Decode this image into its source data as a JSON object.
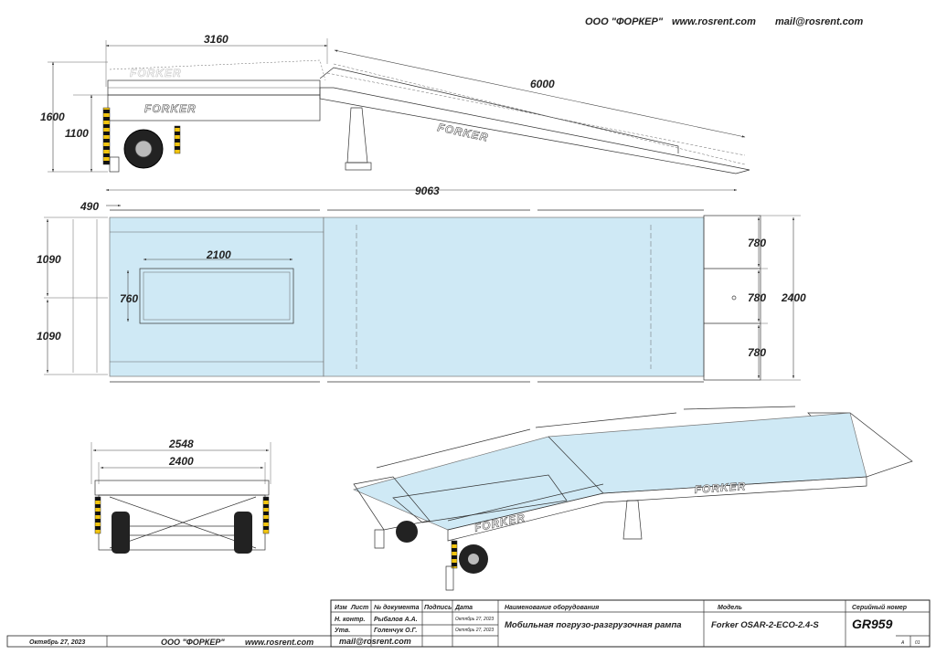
{
  "header": {
    "company": "ООО \"ФОРКЕР\"",
    "website": "www.rosrent.com",
    "email": "mail@rosrent.com"
  },
  "side_view": {
    "dim_top_length": "3160",
    "dim_ramp_length": "6000",
    "dim_height_total": "1600",
    "dim_height_platform": "1100",
    "brand_front": "FORKER",
    "brand_ramp": "FORKER",
    "brand_top": "FORKER"
  },
  "plan_view": {
    "dim_total_length": "9063",
    "dim_front_offset": "490",
    "dim_half_width_top": "1090",
    "dim_half_width_bottom": "1090",
    "dim_hatch_length": "2100",
    "dim_hatch_width": "760",
    "dim_lip_1": "780",
    "dim_lip_2": "780",
    "dim_lip_3": "780",
    "dim_total_width": "2400"
  },
  "front_view": {
    "dim_outer_width": "2548",
    "dim_inner_width": "2400"
  },
  "iso_view": {
    "brand_left": "FORKER",
    "brand_right": "FORKER"
  },
  "title_block": {
    "col_change": "Изм",
    "col_sheet": "Лист",
    "col_doc": "№ документа",
    "col_sign": "Подпись",
    "col_date": "Дата",
    "row1_role": "Н. контр.",
    "row1_name": "Рыбалов А.А.",
    "row1_date": "Октябрь 27, 2023",
    "row2_role": "Утв.",
    "row2_name": "Голенчук О.Г.",
    "row2_date": "Октябрь 27, 2023",
    "equipment_label": "Наименование оборудования",
    "equipment_value": "Мобильная погрузо-разгрузочная рампа",
    "model_label": "Модель",
    "model_value": "Forker OSAR-2-ECO-2.4-S",
    "serial_label": "Серийный номер",
    "serial_value": "GR959",
    "sheet_format": "A",
    "sheet_number": "01"
  },
  "footer": {
    "date": "Октябрь 27, 2023",
    "company": "ООО \"ФОРКЕР\"",
    "website": "www.rosrent.com",
    "email": "mail@rosrent.com"
  }
}
